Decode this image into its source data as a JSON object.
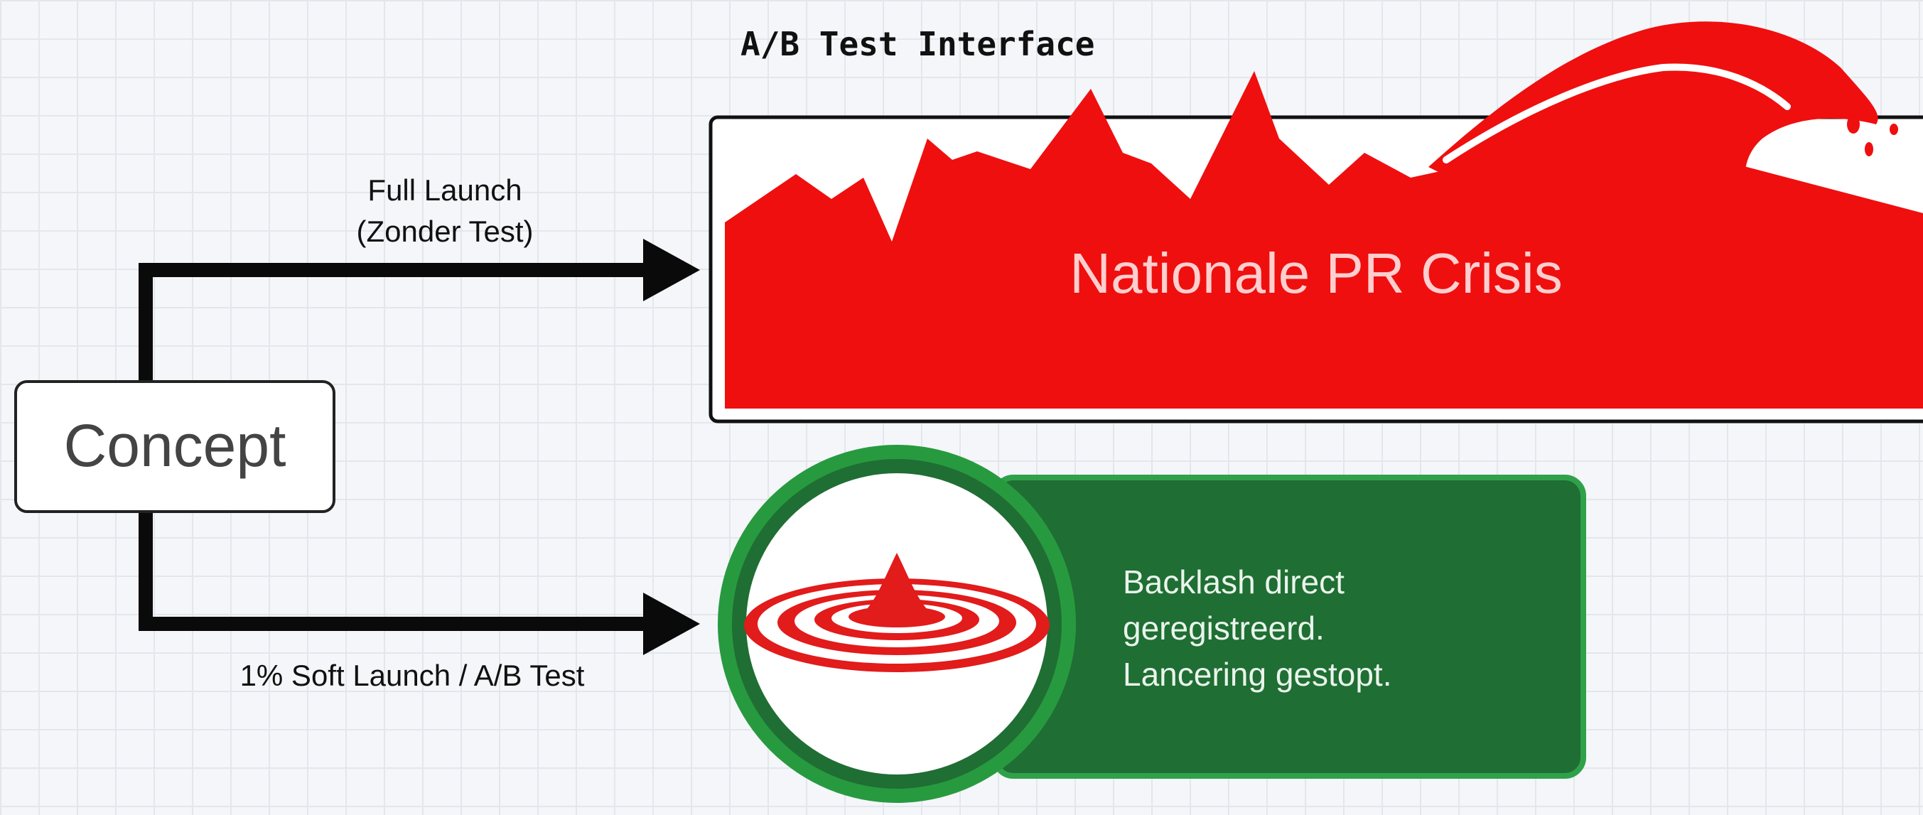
{
  "title": "A/B Test Interface",
  "concept": {
    "label": "Concept"
  },
  "full_launch": {
    "label_line1": "Full Launch",
    "label_line2": "(Zonder Test)"
  },
  "crisis": {
    "label": "Nationale PR Crisis"
  },
  "soft_launch": {
    "label": "1% Soft Launch / A/B Test"
  },
  "result": {
    "line1": "Backlash direct",
    "line2": "geregistreerd.",
    "line3": "Lancering gestopt."
  },
  "colors": {
    "crisis_red": "#ef0f0f",
    "success_green": "#1f6e33",
    "ring_green": "#279a3f",
    "arrow": "#0a0a0a"
  },
  "icons": {
    "wave": "wave-icon",
    "ripple": "ripple-drop-icon"
  }
}
